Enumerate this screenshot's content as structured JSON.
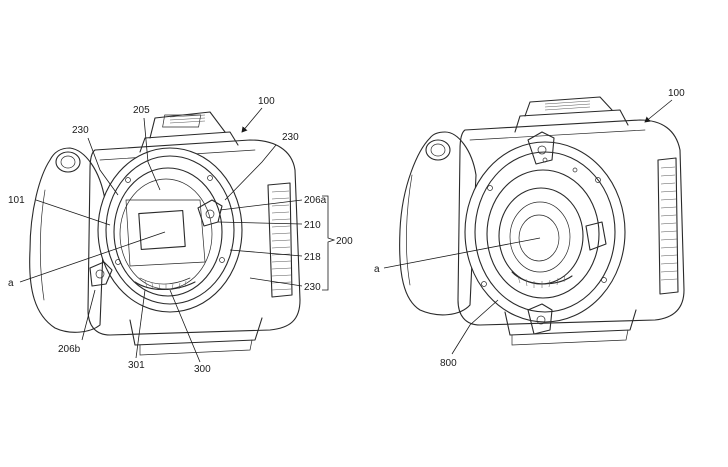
{
  "figure": {
    "left": {
      "labels": {
        "n100": "100",
        "n205": "205",
        "n230a": "230",
        "n230b": "230",
        "n230c": "230",
        "n101": "101",
        "n206a": "206a",
        "n210": "210",
        "n200": "200",
        "n218": "218",
        "na": "a",
        "n206b": "206b",
        "n301": "301",
        "n300": "300"
      }
    },
    "right": {
      "labels": {
        "n100": "100",
        "na": "a",
        "n800": "800"
      }
    }
  }
}
